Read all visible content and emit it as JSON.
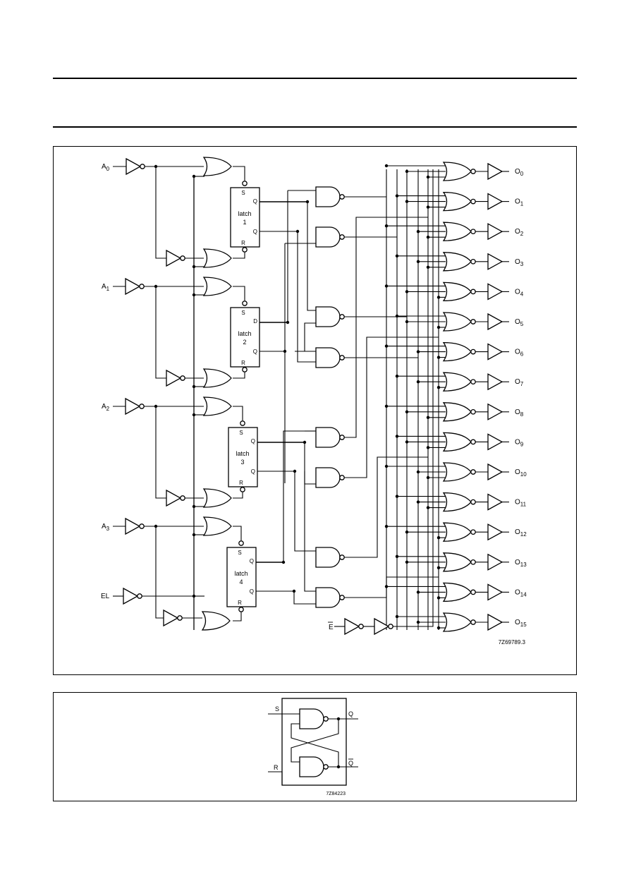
{
  "inputs": [
    {
      "label": "A0",
      "main": "A",
      "sub": "0"
    },
    {
      "label": "A1",
      "main": "A",
      "sub": "1"
    },
    {
      "label": "A2",
      "main": "A",
      "sub": "2"
    },
    {
      "label": "A3",
      "main": "A",
      "sub": "3"
    }
  ],
  "latch_enable_label": "EL",
  "enable_label": "E",
  "latches": [
    {
      "name": "latch",
      "number": "1",
      "s": "S",
      "r": "R",
      "q": "Q",
      "qbar": "Q"
    },
    {
      "name": "latch",
      "number": "2",
      "s": "S",
      "r": "R",
      "q": "D",
      "qbar": "Q"
    },
    {
      "name": "latch",
      "number": "3",
      "s": "S",
      "r": "R",
      "q": "Q",
      "qbar": "Q"
    },
    {
      "name": "latch",
      "number": "4",
      "s": "S",
      "r": "R",
      "q": "Q",
      "qbar": "Q"
    }
  ],
  "outputs": [
    {
      "main": "O",
      "sub": "0"
    },
    {
      "main": "O",
      "sub": "1"
    },
    {
      "main": "O",
      "sub": "2"
    },
    {
      "main": "O",
      "sub": "3"
    },
    {
      "main": "O",
      "sub": "4"
    },
    {
      "main": "O",
      "sub": "5"
    },
    {
      "main": "O",
      "sub": "6"
    },
    {
      "main": "O",
      "sub": "7"
    },
    {
      "main": "O",
      "sub": "8"
    },
    {
      "main": "O",
      "sub": "9"
    },
    {
      "main": "O",
      "sub": "10"
    },
    {
      "main": "O",
      "sub": "11"
    },
    {
      "main": "O",
      "sub": "12"
    },
    {
      "main": "O",
      "sub": "13"
    },
    {
      "main": "O",
      "sub": "14"
    },
    {
      "main": "O",
      "sub": "15"
    }
  ],
  "figure_code_main": "7Z69789.3",
  "latch_detail": {
    "s": "S",
    "r": "R",
    "q": "Q",
    "qbar": "Q",
    "code": "7Z84223"
  }
}
